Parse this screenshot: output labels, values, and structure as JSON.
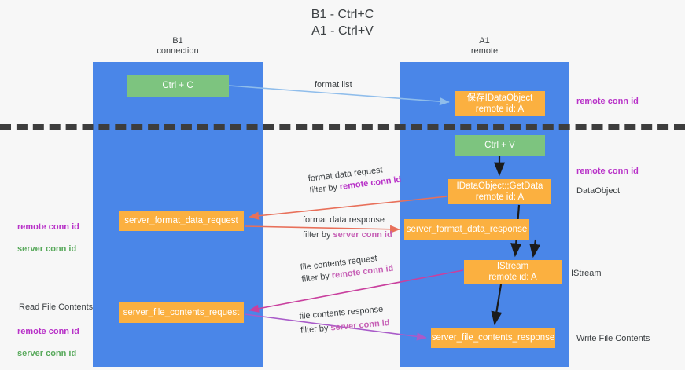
{
  "title": "B1 - Ctrl+C\nA1 - Ctrl+V",
  "columns": {
    "left": {
      "name": "B1",
      "role": "connection",
      "label": "B1\nconnection"
    },
    "right": {
      "name": "A1",
      "role": "remote",
      "label": "A1\nremote"
    }
  },
  "nodes": {
    "ctrl_c": {
      "label": "Ctrl + C",
      "color": "#7dc47f",
      "lane": "B1"
    },
    "save_idataobject": {
      "label": "保存IDataObject\nremote id: A",
      "color": "#fbb040",
      "lane": "A1"
    },
    "ctrl_v": {
      "label": "Ctrl + V",
      "color": "#7dc47f",
      "lane": "A1"
    },
    "idataobject_getdata": {
      "label": "IDataObject::GetData\nremote id: A",
      "color": "#fbb040",
      "lane": "A1"
    },
    "server_format_data_request": {
      "label": "server_format_data_request",
      "color": "#fbb040",
      "lane": "B1"
    },
    "server_format_data_response": {
      "label": "server_format_data_response",
      "color": "#fbb040",
      "lane": "A1"
    },
    "istream": {
      "label": "IStream\nremote id: A",
      "color": "#fbb040",
      "lane": "A1"
    },
    "server_file_contents_request": {
      "label": "server_file_contents_request",
      "color": "#fbb040",
      "lane": "B1"
    },
    "server_file_contents_response": {
      "label": "server_file_contents_response",
      "color": "#fbb040",
      "lane": "A1"
    }
  },
  "edges": {
    "format_list": {
      "label": "format list",
      "color": "#8fbdeb"
    },
    "format_data_request": {
      "line1": "format data request",
      "prefix2": "filter by ",
      "highlight2": "remote conn id",
      "color": "#e8705a"
    },
    "format_data_response": {
      "line1": "format data response",
      "prefix2": "filter by ",
      "highlight2": "server conn id",
      "color": "#e8705a"
    },
    "file_contents_request": {
      "line1": "file contents request",
      "prefix2": "filter by ",
      "highlight2": "remote conn id",
      "color": "#c9409e"
    },
    "file_contents_response": {
      "line1": "file contents response",
      "prefix2": "filter by ",
      "highlight2": "server conn id",
      "color": "#a95bc9"
    }
  },
  "annotations": {
    "right": {
      "remote_conn_id_top": "remote conn id",
      "remote_conn_id_mid": "remote conn id",
      "dataobject": "DataObject",
      "istream": "IStream",
      "write_file_contents": "Write File Contents"
    },
    "left": {
      "remote_conn_id_1": "remote conn id",
      "server_conn_id_1": "server conn id",
      "read_file_contents": "Read File Contents",
      "remote_conn_id_2": "remote conn id",
      "server_conn_id_2": "server conn id"
    }
  },
  "colors": {
    "lane": "#4a86e8",
    "green_node": "#7dc47f",
    "orange_node": "#fbb040",
    "divider": "#3d3d3d",
    "magenta": "#b832c8",
    "green_text": "#58a95b",
    "background": "#f7f7f7"
  }
}
